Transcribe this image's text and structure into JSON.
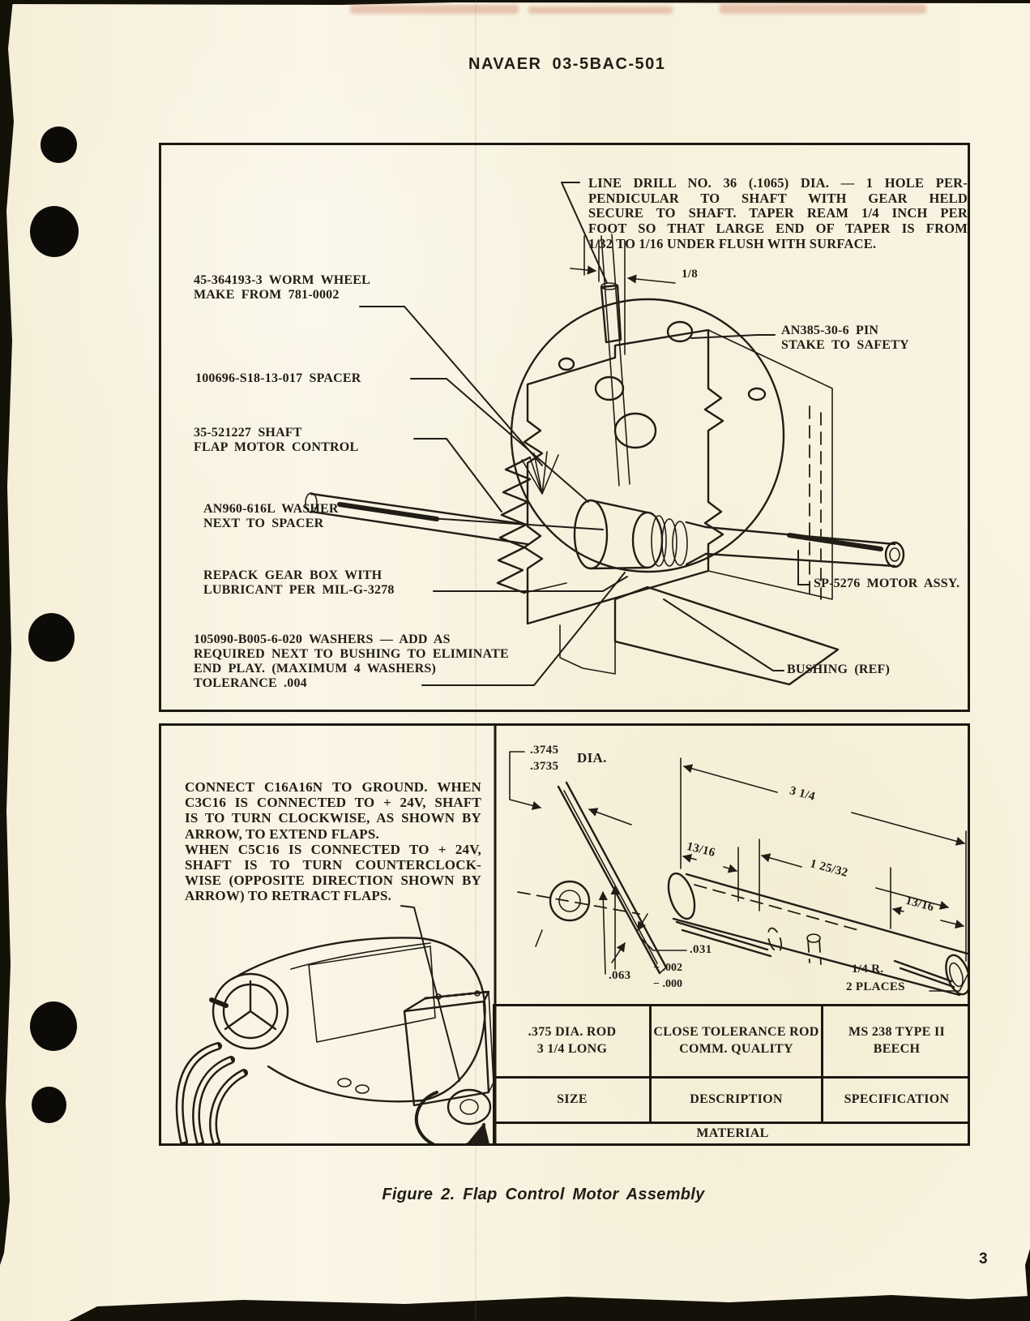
{
  "page": {
    "header": "NAVAER 03-5BAC-501",
    "page_number": "3",
    "figure_caption": "Figure 2. Flap Control Motor Assembly"
  },
  "top_figure": {
    "line_drill_note": {
      "lines": [
        "LINE DRILL NO. 36 (.1065) DIA. — 1 HOLE PER-",
        "PENDICULAR TO SHAFT WITH GEAR HELD",
        "SECURE TO SHAFT.  TAPER REAM 1/4 INCH PER",
        "FOOT SO THAT LARGE END OF TAPER IS FROM",
        "1/32 TO 1/16 UNDER FLUSH WITH SURFACE."
      ]
    },
    "dim_eighth": "1/8",
    "callouts": {
      "worm_wheel": {
        "line1": "45-364193-3 WORM WHEEL",
        "line2": "MAKE FROM 781-0002"
      },
      "spacer": {
        "line1": "100696-S18-13-017 SPACER"
      },
      "shaft": {
        "line1": "35-521227 SHAFT",
        "line2": "FLAP MOTOR CONTROL"
      },
      "washer": {
        "line1": "AN960-616L WASHER",
        "line2": "NEXT TO SPACER"
      },
      "repack": {
        "line1": "REPACK GEAR BOX WITH",
        "line2": "LUBRICANT PER MIL-G-3278"
      },
      "washers_add": {
        "line1": "105090-B005-6-020 WASHERS — ADD AS",
        "line2": "REQUIRED NEXT TO BUSHING TO ELIMINATE",
        "line3": "END PLAY. (MAXIMUM 4 WASHERS)",
        "line4": "TOLERANCE .004"
      },
      "pin": {
        "line1": "AN385-30-6 PIN",
        "line2": "STAKE TO SAFETY"
      },
      "motor_assy": {
        "line1": "SP-5276 MOTOR ASSY."
      },
      "bushing": {
        "line1": "BUSHING (REF)"
      }
    }
  },
  "bottom_figure": {
    "connect_note": {
      "lines": [
        "CONNECT C16A16N TO GROUND.  WHEN",
        "C3C16 IS CONNECTED TO + 24V, SHAFT",
        "IS TO TURN CLOCKWISE, AS SHOWN BY",
        "ARROW, TO EXTEND FLAPS.",
        "WHEN C5C16 IS CONNECTED TO + 24V,",
        "SHAFT IS TO TURN COUNTERCLOCK-",
        "WISE (OPPOSITE DIRECTION SHOWN BY",
        "ARROW) TO RETRACT FLAPS."
      ]
    },
    "dims": {
      "dia_upper": ".3745",
      "dia_lower": ".3735",
      "dia_suffix": "DIA.",
      "overall": "3 1/4",
      "left_seg": "13/16",
      "mid_seg": "1 25/32",
      "right_seg": "13/16",
      "slot_depth": ".031",
      "slot_width": ".063",
      "tol_plus": "+ .002",
      "tol_minus": "− .000",
      "radius_line1": "1/4 R.",
      "radius_line2": "2 PLACES"
    },
    "table": {
      "size_value_line1": ".375 DIA. ROD",
      "size_value_line2": "3 1/4 LONG",
      "desc_value_line1": "CLOSE TOLERANCE ROD",
      "desc_value_line2": "COMM. QUALITY",
      "spec_value_line1": "MS 238 TYPE II",
      "spec_value_line2": "BEECH",
      "size_header": "SIZE",
      "desc_header": "DESCRIPTION",
      "spec_header": "SPECIFICATION",
      "material_header": "MATERIAL"
    }
  }
}
